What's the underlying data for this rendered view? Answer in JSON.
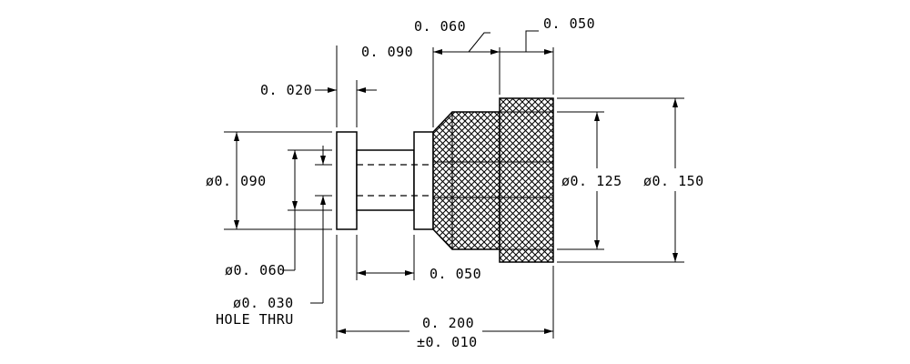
{
  "drawing": {
    "labels": {
      "len_0060": "0. 060",
      "len_0050_top": "0. 050",
      "len_0090": "0. 090",
      "len_0020": "0. 020",
      "dia_0090": "ø0. 090",
      "dia_0125": "ø0. 125",
      "dia_0150": "ø0. 150",
      "dia_0060": "ø0. 060",
      "len_0050_bottom": "0. 050",
      "dia_0030": "ø0. 030",
      "hole_thru": "HOLE THRU",
      "overall": "0. 200",
      "tolerance": "±0. 010"
    }
  }
}
